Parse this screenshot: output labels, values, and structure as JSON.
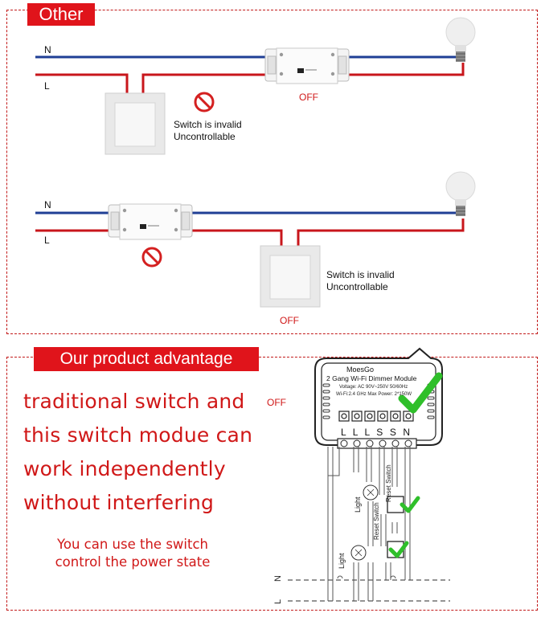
{
  "colors": {
    "accent_red": "#e0141b",
    "wire_blue": "#1f3f95",
    "wire_red": "#c8161b",
    "check_green": "#2fbf2a"
  },
  "top_section": {
    "tag": "Other",
    "diagram1": {
      "wire_n": "N",
      "wire_l": "L",
      "state": "OFF",
      "note_line1": "Switch is invalid",
      "note_line2": "Uncontrollable"
    },
    "diagram2": {
      "wire_n": "N",
      "wire_l": "L",
      "state": "OFF",
      "note_line1": "Switch is invalid",
      "note_line2": "Uncontrollable"
    }
  },
  "bottom_section": {
    "tag": "Our product advantage",
    "headline_lines": [
      "traditional switch and",
      "this switch modue can",
      "work independently",
      "without interfering"
    ],
    "sub_lines": [
      "You can use the switch",
      "control the power state"
    ],
    "state": "OFF",
    "module": {
      "brand": "MoesGo",
      "model": "2 Gang Wi-Fi Dimmer Module",
      "spec_voltage": "Voltage: AC 90V~250V  50/60Hz",
      "spec_wifi": "Wi-Fi:2.4 GHz  Max Power: 2*150W",
      "terminals": "L L L S S N",
      "label_light": "Light",
      "label_reset": "Reset Switch",
      "wire_n": "N",
      "wire_l": "L"
    }
  }
}
